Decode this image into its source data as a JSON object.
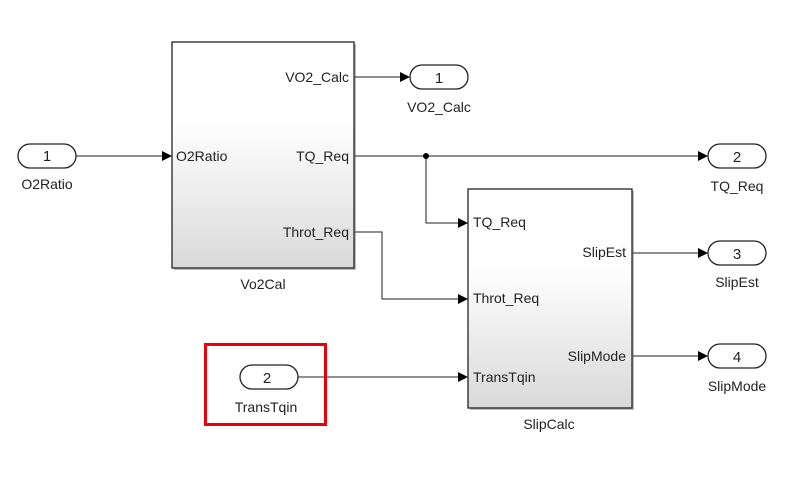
{
  "diagram": {
    "type": "simulink-subsystem",
    "inports": [
      {
        "number": "1",
        "name": "O2Ratio"
      },
      {
        "number": "2",
        "name": "TransTqin",
        "highlighted": true
      }
    ],
    "outports": [
      {
        "number": "1",
        "name": "VO2_Calc"
      },
      {
        "number": "2",
        "name": "TQ_Req"
      },
      {
        "number": "3",
        "name": "SlipEst"
      },
      {
        "number": "4",
        "name": "SlipMode"
      }
    ],
    "blocks": [
      {
        "name": "Vo2Cal",
        "inputs": [
          "O2Ratio"
        ],
        "outputs": [
          "VO2_Calc",
          "TQ_Req",
          "Throt_Req"
        ]
      },
      {
        "name": "SlipCalc",
        "inputs": [
          "TQ_Req",
          "Throt_Req",
          "TransTqin"
        ],
        "outputs": [
          "SlipEst",
          "SlipMode"
        ]
      }
    ],
    "highlight_color": "#e8000b"
  }
}
